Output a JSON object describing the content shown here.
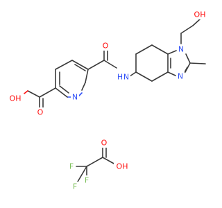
{
  "figure": {
    "kind": "chemical-structure",
    "components": [
      "heterocyclic-amide-carboxylic-acid",
      "trifluoroacetic-acid"
    ]
  },
  "atom_labels": {
    "oh_carboxyl": "OH",
    "o_carboxyl": "O",
    "n_pyridine": "N",
    "o_amide": "O",
    "nh_amide": "H",
    "n_amide": "N",
    "n_imidazole_1": "N",
    "n_imidazole_3": "N",
    "oh_ethanol": "OH",
    "f_1": "F",
    "f_2": "F",
    "f_3": "F",
    "o_tfa": "O",
    "oh_tfa": "OH"
  },
  "colors": {
    "carbon": "#3a3a3a",
    "oxygen": "#ff0d0d",
    "nitrogen": "#3050f8",
    "fluorine": "#7cc05a",
    "background": "#ffffff"
  }
}
